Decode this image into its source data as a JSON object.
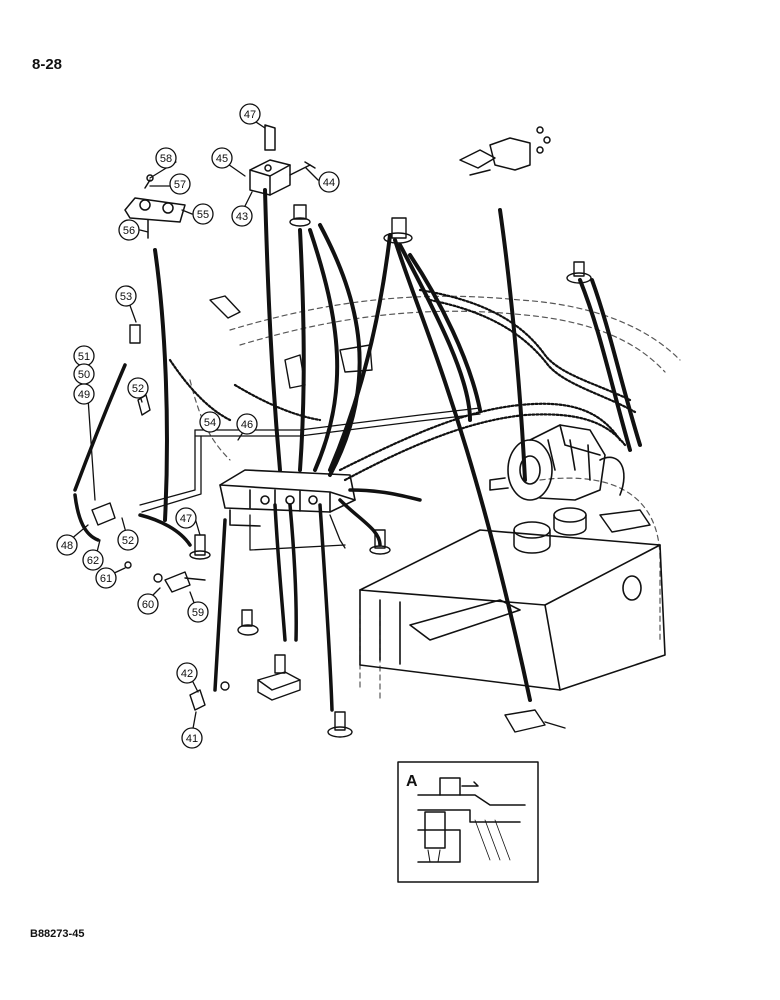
{
  "page": {
    "number": "8-28",
    "doc_code": "B88273-45"
  },
  "detail": {
    "label": "A"
  },
  "callouts": [
    "58",
    "57",
    "55",
    "56",
    "47",
    "45",
    "44",
    "43",
    "53",
    "51",
    "50",
    "49",
    "52",
    "54",
    "46",
    "47",
    "48",
    "62",
    "52",
    "61",
    "60",
    "59",
    "42",
    "41"
  ]
}
